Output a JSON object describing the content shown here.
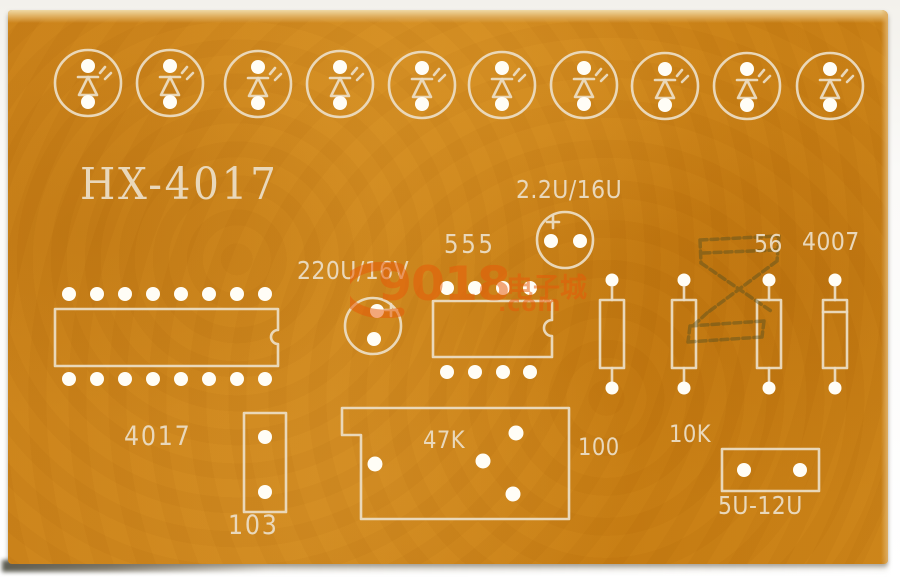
{
  "board": {
    "title": "HX-4017",
    "led_count": 10,
    "colors": {
      "board": "#c9841c",
      "silkscreen": "#ebdcc2",
      "pad": "#fffdf6",
      "watermark": "#e85a08",
      "ghost_marking": "#454a22"
    }
  },
  "labels": {
    "title": "HX-4017",
    "cap_2u2": "2.2U/16U",
    "ic_555": "555",
    "cap_220u": "220U/16V",
    "res_56": "56",
    "diode_4007": "4007",
    "ic_4017": "4017",
    "cap_103": "103",
    "pot_47k": "47K",
    "res_100": "100",
    "res_10k": "10K",
    "power_range": "5U-12U"
  },
  "watermark": {
    "brand": "9018",
    "cjk": "电子城",
    "suffix": ".com"
  }
}
